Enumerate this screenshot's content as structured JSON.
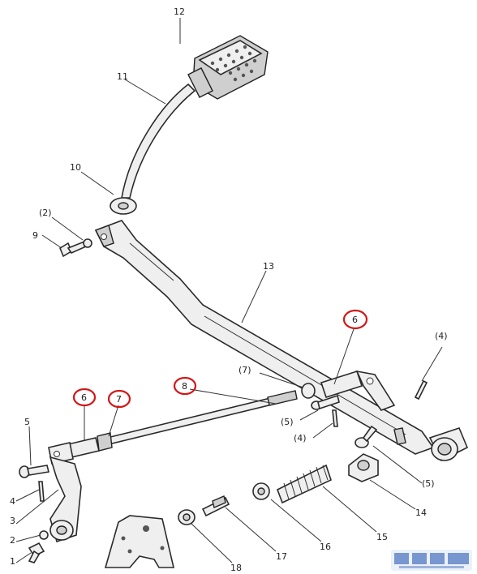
{
  "callouts": {
    "c1": "1",
    "c2": "2",
    "c3": "3",
    "c4": "4",
    "c5": "5",
    "c6_left": "6",
    "c7": "7",
    "c8": "8",
    "c9": "9",
    "c10": "10",
    "c11": "11",
    "c12": "12",
    "c13": "13",
    "c14": "14",
    "c15": "15",
    "c16": "16",
    "c17": "17",
    "c18": "18",
    "c6_right": "6",
    "p2": "(2)",
    "p4_top": "(4)",
    "p4_mid": "(4)",
    "p5_mid": "(5)",
    "p5_right": "(5)",
    "p7": "(7)"
  },
  "highlight_color": "#d01818"
}
